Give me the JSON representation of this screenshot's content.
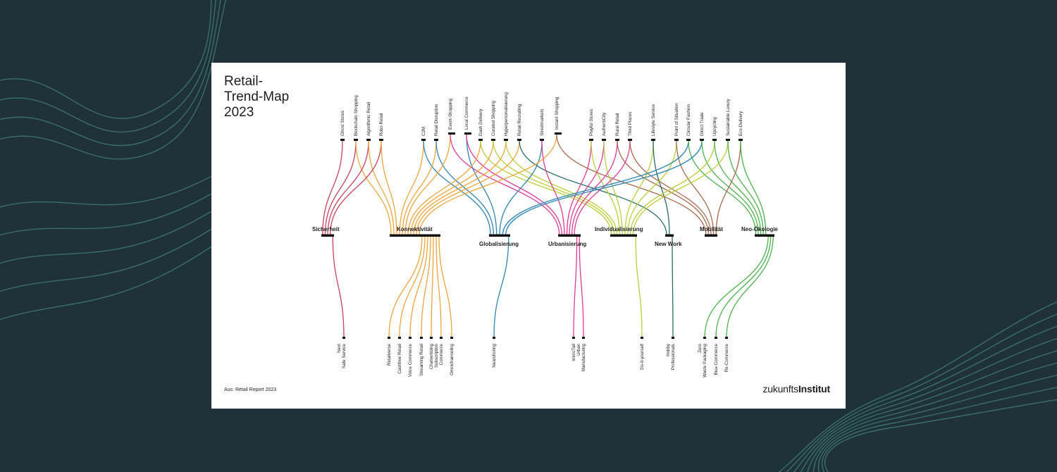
{
  "title": [
    "Retail-",
    "Trend-Map",
    "2023"
  ],
  "source": "Aus: Retail Report 2023",
  "logo": {
    "light": "zukunfts",
    "bold": "Institut"
  },
  "colors": {
    "background": "#1f3139",
    "contour": "#3f7a73",
    "Sicherheit": "#c8425f",
    "Konnektivität": "#f0a43a",
    "Globalisierung": "#2c86b4",
    "Urbanisierung": "#e23a97",
    "Individualisierung": "#b9cf38",
    "New Work": "#276e69",
    "Mobilität": "#a9684f",
    "Neo-Ökologie": "#49b34c"
  },
  "megatrends": [
    {
      "id": "sich",
      "label": "Sicherheit"
    },
    {
      "id": "konn",
      "label": "Konnektivität"
    },
    {
      "id": "glob",
      "label": "Globalisierung"
    },
    {
      "id": "urb",
      "label": "Urbanisierung"
    },
    {
      "id": "ind",
      "label": "Individualisierung"
    },
    {
      "id": "nw",
      "label": "New Work"
    },
    {
      "id": "mob",
      "label": "Mobilität"
    },
    {
      "id": "neo",
      "label": "Neo-Ökologie"
    }
  ],
  "top_trends": [
    {
      "label": "Ghost Stores",
      "links": [
        "sich"
      ]
    },
    {
      "label": "Blockchain Shopping",
      "links": [
        "sich",
        "konn"
      ]
    },
    {
      "label": "Algorithmic Retail",
      "links": [
        "sich",
        "konn"
      ]
    },
    {
      "label": "Robo Retail",
      "links": [
        "sich",
        "konn"
      ]
    },
    {
      "label": "C2M",
      "links": [
        "konn",
        "glob"
      ]
    },
    {
      "label": "Retail Disruption",
      "links": [
        "konn",
        "glob"
      ]
    },
    {
      "label": "Event-Shopping",
      "links": [
        "konn",
        "urb"
      ]
    },
    {
      "label": "Local Commerce",
      "links": [
        "glob",
        "urb"
      ]
    },
    {
      "label": "Dash Delivery",
      "links": [
        "konn",
        "ind"
      ]
    },
    {
      "label": "Curated Shopping",
      "links": [
        "konn",
        "ind"
      ]
    },
    {
      "label": "Hyperpersonalisierung",
      "links": [
        "konn",
        "ind"
      ]
    },
    {
      "label": "Retail Recruiting",
      "links": [
        "konn",
        "nw"
      ]
    },
    {
      "label": "Streetmarkets",
      "links": [
        "glob",
        "urb"
      ]
    },
    {
      "label": "Instant Shopping",
      "links": [
        "konn",
        "mob"
      ]
    },
    {
      "label": "Playful Stores",
      "links": [
        "urb",
        "ind"
      ]
    },
    {
      "label": "AuthentiCity",
      "links": [
        "urb",
        "ind"
      ]
    },
    {
      "label": "Rural Retail",
      "links": [
        "urb",
        "mob"
      ]
    },
    {
      "label": "Third Places",
      "links": [
        "urb",
        "mob"
      ]
    },
    {
      "label": "Lifestyle Service",
      "links": [
        "ind",
        "nw"
      ]
    },
    {
      "label": "Point of Situation",
      "links": [
        "ind",
        "mob"
      ]
    },
    {
      "label": "Circular Fashion",
      "links": [
        "glob",
        "neo"
      ]
    },
    {
      "label": "Direct Trade",
      "links": [
        "glob",
        "neo"
      ]
    },
    {
      "label": "Upcycling",
      "links": [
        "ind",
        "neo"
      ]
    },
    {
      "label": "Sustainable Luxury",
      "links": [
        "ind",
        "neo"
      ]
    },
    {
      "label": "Eco-Delivery",
      "links": [
        "mob",
        "neo"
      ]
    }
  ],
  "bottom_trends": [
    {
      "label": "Next Safe Service",
      "links": [
        "sich"
      ]
    },
    {
      "label": "Retailverse",
      "links": [
        "konn"
      ]
    },
    {
      "label": "Cashfree Retail",
      "links": [
        "konn"
      ]
    },
    {
      "label": "Voice Commerce",
      "links": [
        "konn"
      ]
    },
    {
      "label": "Streaming Retail",
      "links": [
        "konn"
      ]
    },
    {
      "label": "Chatvertising",
      "links": [
        "konn"
      ]
    },
    {
      "label": "Subscription Commerce",
      "links": [
        "konn"
      ]
    },
    {
      "label": "Omnichanneling",
      "links": [
        "konn"
      ]
    },
    {
      "label": "Nearshoring",
      "links": [
        "glob"
      ]
    },
    {
      "label": "ImmoTail",
      "links": [
        "urb"
      ]
    },
    {
      "label": "Urban Manufacturing",
      "links": [
        "urb"
      ]
    },
    {
      "label": "Do-it-yourself",
      "links": [
        "ind"
      ]
    },
    {
      "label": "Hobby Professionals",
      "links": [
        "nw"
      ]
    },
    {
      "label": "Zero Waste Packaging",
      "links": [
        "neo"
      ]
    },
    {
      "label": "Blue Commerce",
      "links": [
        "neo"
      ]
    },
    {
      "label": "Re-Commerce",
      "links": [
        "neo"
      ]
    }
  ]
}
